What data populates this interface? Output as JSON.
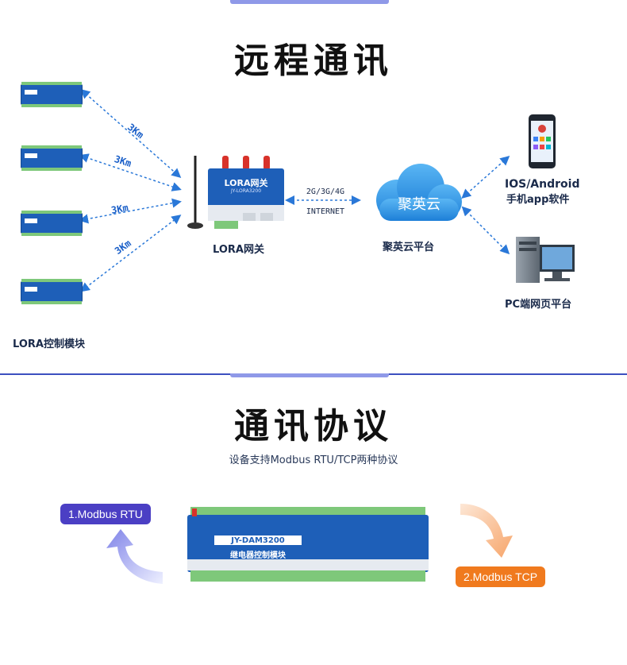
{
  "section1": {
    "title": "远程通讯",
    "lora_module_label": "LORA控制模块",
    "distance_labels": [
      "3Km",
      "3Km",
      "3Km",
      "3Km"
    ],
    "gateway": {
      "label": "LORA网关",
      "panel_title": "LORA网关",
      "panel_model": "JY-LORA3200"
    },
    "link": {
      "top": "2G/3G/4G",
      "bottom": "INTERNET"
    },
    "cloud": {
      "text": "聚英云",
      "label": "聚英云平台"
    },
    "mobile": {
      "line1": "IOS/Android",
      "line2": "手机app软件"
    },
    "pc": {
      "label": "PC端网页平台"
    }
  },
  "section2": {
    "title": "通讯协议",
    "subtitle": "设备支持Modbus RTU/TCP两种协议",
    "rtu_label": "1.Modbus RTU",
    "tcp_label": "2.Modbus TCP",
    "module_model": "JY-DAM3200",
    "module_name": "继电器控制模块"
  },
  "colors": {
    "divider": "#3d4fc0",
    "arrow": "#2a78d8",
    "rtu": "#4b3fc4",
    "tcp": "#f07a1e",
    "device": "#1e5fb8"
  }
}
